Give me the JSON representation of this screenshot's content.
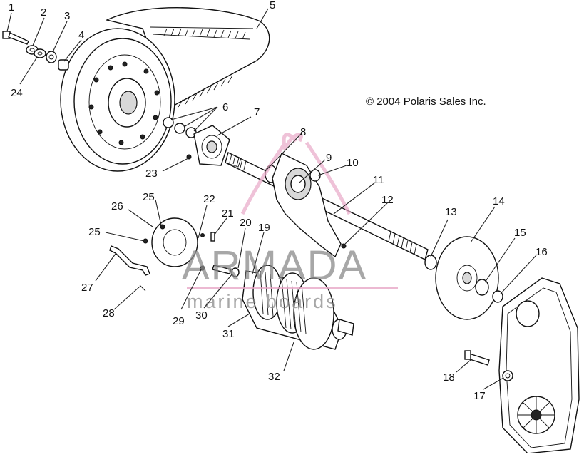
{
  "copyright": "© 2004 Polaris Sales Inc.",
  "watermark": {
    "brand": "ARMADA",
    "tagline": "marine  boards",
    "accent": "#e8a8c8",
    "gray": "#8a8a8a"
  },
  "callouts": [
    {
      "id": "c1",
      "label": "1"
    },
    {
      "id": "c2",
      "label": "2"
    },
    {
      "id": "c3",
      "label": "3"
    },
    {
      "id": "c4",
      "label": "4"
    },
    {
      "id": "c5",
      "label": "5"
    },
    {
      "id": "c6",
      "label": "6"
    },
    {
      "id": "c7",
      "label": "7"
    },
    {
      "id": "c8",
      "label": "8"
    },
    {
      "id": "c9",
      "label": "9"
    },
    {
      "id": "c10",
      "label": "10"
    },
    {
      "id": "c11",
      "label": "11"
    },
    {
      "id": "c12",
      "label": "12"
    },
    {
      "id": "c13",
      "label": "13"
    },
    {
      "id": "c14",
      "label": "14"
    },
    {
      "id": "c15",
      "label": "15"
    },
    {
      "id": "c16",
      "label": "16"
    },
    {
      "id": "c17",
      "label": "17"
    },
    {
      "id": "c18",
      "label": "18"
    },
    {
      "id": "c19",
      "label": "19"
    },
    {
      "id": "c20",
      "label": "20"
    },
    {
      "id": "c21",
      "label": "21"
    },
    {
      "id": "c22",
      "label": "22"
    },
    {
      "id": "c23",
      "label": "23"
    },
    {
      "id": "c24",
      "label": "24"
    },
    {
      "id": "c25a",
      "label": "25"
    },
    {
      "id": "c25b",
      "label": "25"
    },
    {
      "id": "c26",
      "label": "26"
    },
    {
      "id": "c27",
      "label": "27"
    },
    {
      "id": "c28",
      "label": "28"
    },
    {
      "id": "c29",
      "label": "29"
    },
    {
      "id": "c30",
      "label": "30"
    },
    {
      "id": "c31",
      "label": "31"
    },
    {
      "id": "c32",
      "label": "32"
    }
  ]
}
